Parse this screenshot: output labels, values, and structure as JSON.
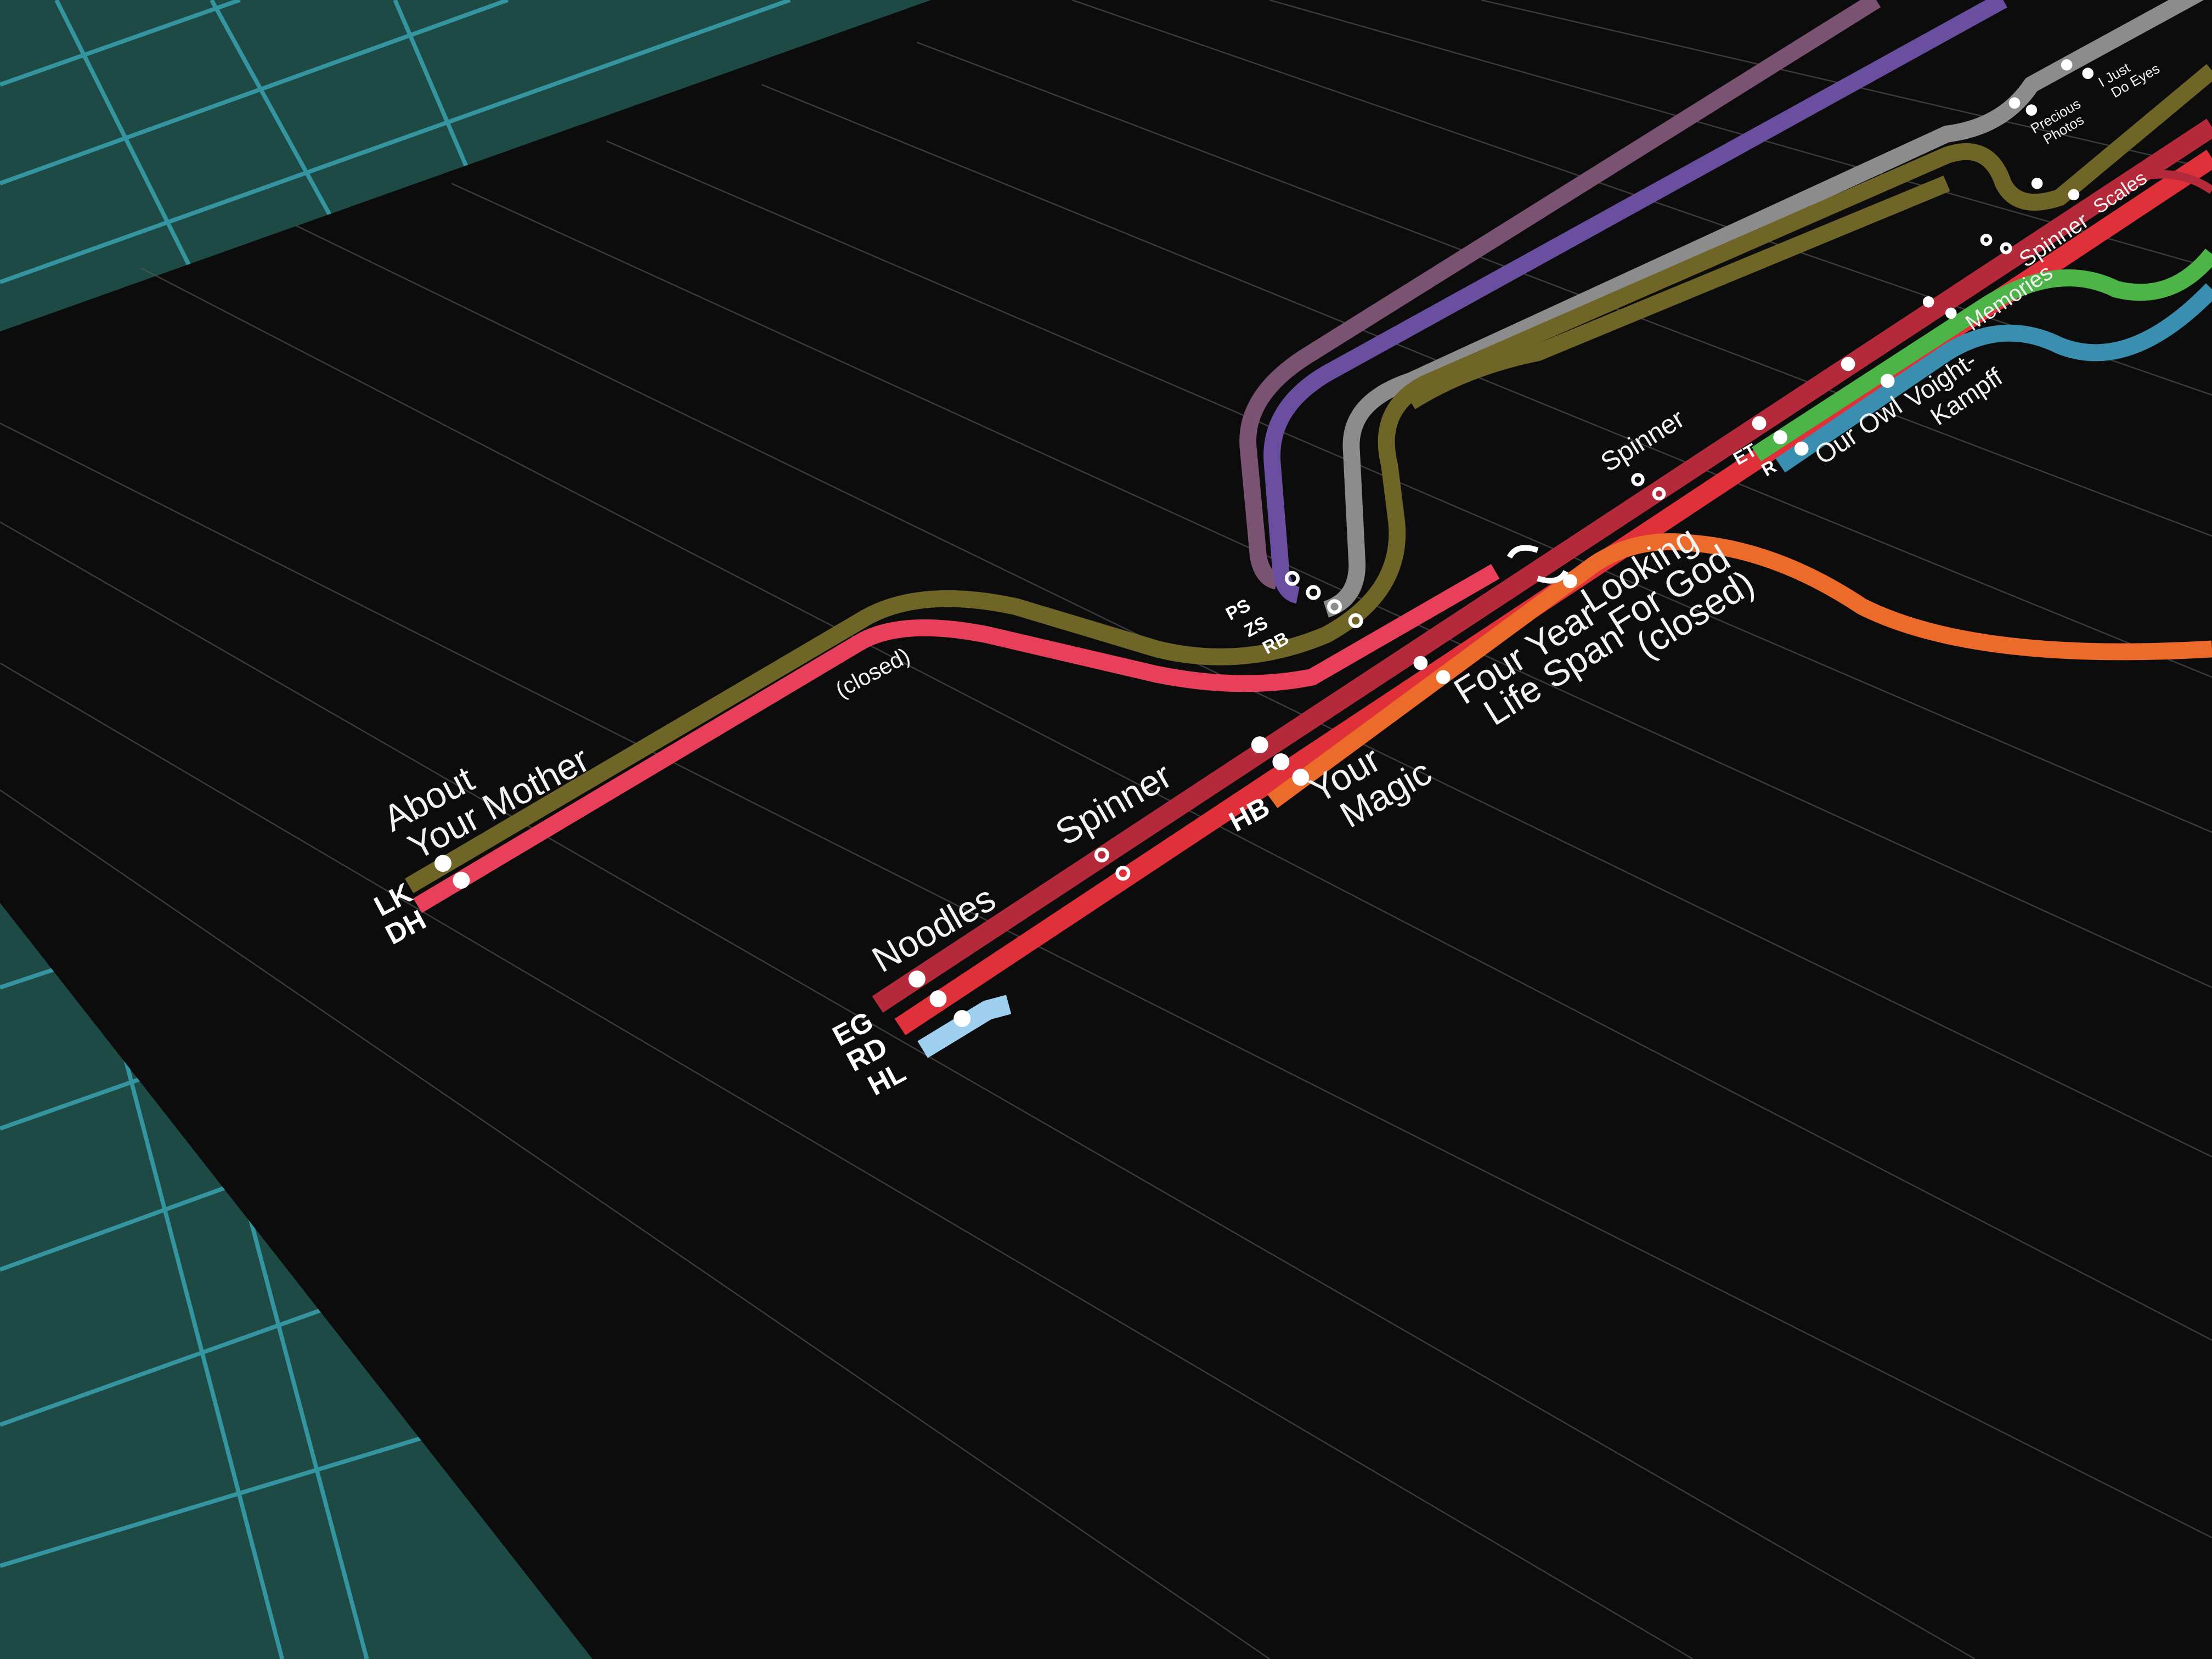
{
  "colors": {
    "paper": "#0c0c0d",
    "mat": "#1d4a44",
    "mat_grid": "#3fb6c9",
    "olive": "#6e6527",
    "pink": "#e8405a",
    "purple": "#6a4fa0",
    "mauve": "#7a5272",
    "grey": "#8c8c8c",
    "dark_red": "#b52a3a",
    "red": "#e0303a",
    "light_blue": "#9fd0f0",
    "orange": "#ec6a2a",
    "green": "#4db447",
    "blue": "#3a8fb0"
  },
  "line_codes": {
    "lk": "LK",
    "dh": "DH",
    "eg": "EG",
    "rd": "RD",
    "hl": "HL",
    "hb": "HB",
    "ps": "PS",
    "zs": "ZS",
    "rb": "RB",
    "et": "ET",
    "r": "R"
  },
  "stations": {
    "about_your_mother_1": "About",
    "about_your_mother_2": "Your Mother",
    "closed_1": "(closed)",
    "noodles": "Noodles",
    "spinner_1": "Spinner",
    "your_magic_1": "Your",
    "your_magic_2": "Magic",
    "four_year_1": "Four Year",
    "four_year_2": "Life Span",
    "looking_1": "Looking",
    "looking_2": "For God",
    "looking_3": "(closed)",
    "spinner_2": "Spinner",
    "our_owl": "Our Owl",
    "voight_1": "Voight-",
    "voight_2": "Kampff",
    "memories": "Memories",
    "spinner_3": "Spinner",
    "scales": "Scales",
    "precious_1": "Precious",
    "precious_2": "Photos",
    "eyes_1": "I Just",
    "eyes_2": "Do Eyes"
  }
}
